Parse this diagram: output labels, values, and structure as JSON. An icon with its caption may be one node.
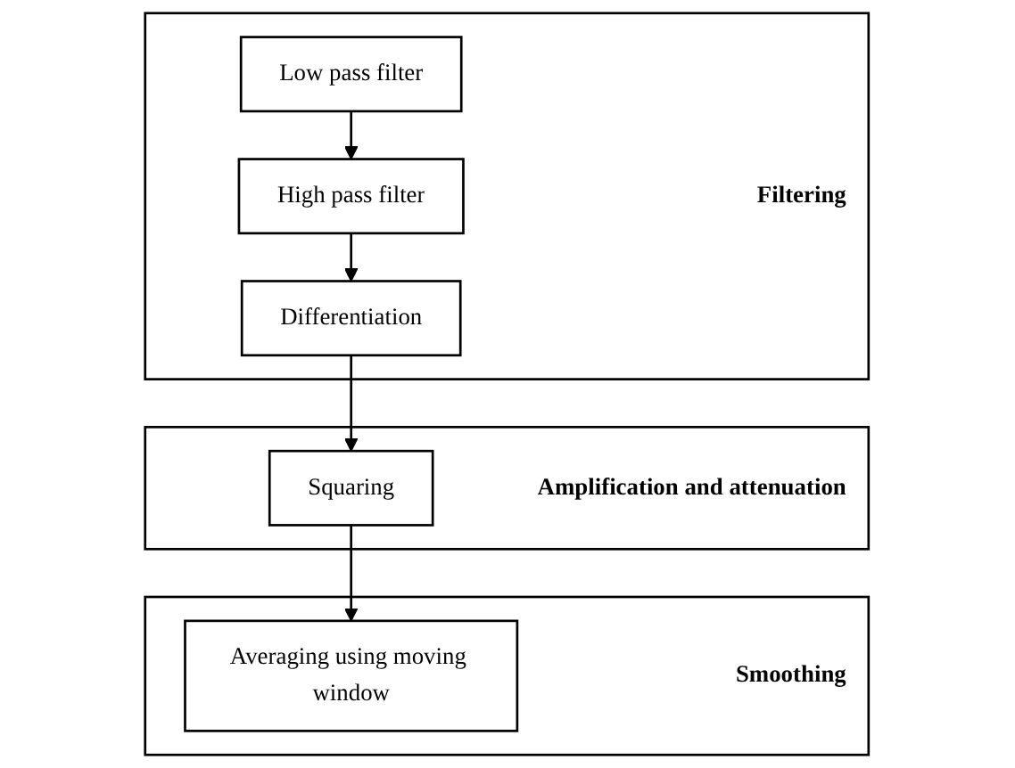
{
  "diagram": {
    "nodes": [
      {
        "text": [
          "Filtering"
        ]
      },
      {
        "text": [
          "Low pass filter"
        ],
        "in": 0
      },
      {
        "text": [
          "High pass filter"
        ],
        "in": 0
      },
      {
        "text": [
          "Differentiation"
        ],
        "in": 0
      },
      {
        "text": [
          "Amplification and attenuation"
        ]
      },
      {
        "text": [
          "Squaring"
        ],
        "in": 4
      },
      {
        "text": [
          "Smoothing"
        ]
      },
      {
        "text": [
          "Averaging using moving window"
        ],
        "in": 6
      }
    ],
    "edges": [
      {
        "from": 1,
        "to": 2,
        "arrow": "to"
      },
      {
        "from": 2,
        "to": 3,
        "arrow": "to"
      },
      {
        "from": 3,
        "to": 5,
        "arrow": "to"
      },
      {
        "from": 5,
        "to": 7,
        "arrow": "to"
      }
    ]
  }
}
